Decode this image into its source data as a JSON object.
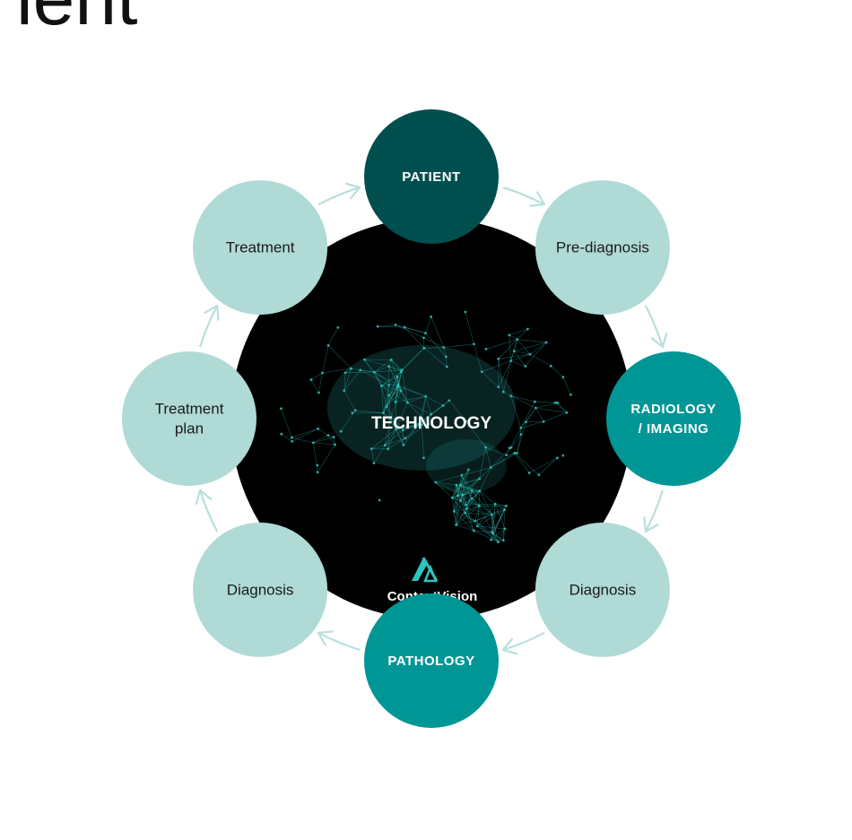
{
  "title_fragment": "ient",
  "center": {
    "label": "TECHNOLOGY",
    "logo_text": "ContextVision",
    "image": "brain-network-image",
    "logo_icon": "contextvision-logo-icon"
  },
  "colors": {
    "light": "#afdad6",
    "dark": "#004f4e",
    "teal": "#009695",
    "center": "#000000",
    "arrow": "#b7e0dc",
    "brain": "#2fc4bd"
  },
  "nodes": [
    {
      "id": "patient",
      "lines": [
        "PATIENT"
      ],
      "style": "dark",
      "bold": true
    },
    {
      "id": "pre-diagnosis",
      "lines": [
        "Pre-diagnosis"
      ],
      "style": "light",
      "bold": false
    },
    {
      "id": "radiology-imaging",
      "lines": [
        "RADIOLOGY",
        "/ IMAGING"
      ],
      "style": "teal",
      "bold": true
    },
    {
      "id": "diagnosis-right",
      "lines": [
        "Diagnosis"
      ],
      "style": "light",
      "bold": false
    },
    {
      "id": "pathology",
      "lines": [
        "PATHOLOGY"
      ],
      "style": "teal",
      "bold": true
    },
    {
      "id": "diagnosis-left",
      "lines": [
        "Diagnosis"
      ],
      "style": "light",
      "bold": false
    },
    {
      "id": "treatment-plan",
      "lines": [
        "Treatment",
        "plan"
      ],
      "style": "light",
      "bold": false
    },
    {
      "id": "treatment",
      "lines": [
        "Treatment"
      ],
      "style": "light",
      "bold": false
    }
  ],
  "arrows": [
    {
      "from": "patient",
      "to": "pre-diagnosis"
    },
    {
      "from": "pre-diagnosis",
      "to": "radiology-imaging"
    },
    {
      "from": "radiology-imaging",
      "to": "diagnosis-right"
    },
    {
      "from": "diagnosis-right",
      "to": "pathology"
    },
    {
      "from": "pathology",
      "to": "diagnosis-left"
    },
    {
      "from": "diagnosis-left",
      "to": "treatment-plan"
    },
    {
      "from": "treatment-plan",
      "to": "treatment"
    },
    {
      "from": "treatment",
      "to": "patient"
    }
  ]
}
